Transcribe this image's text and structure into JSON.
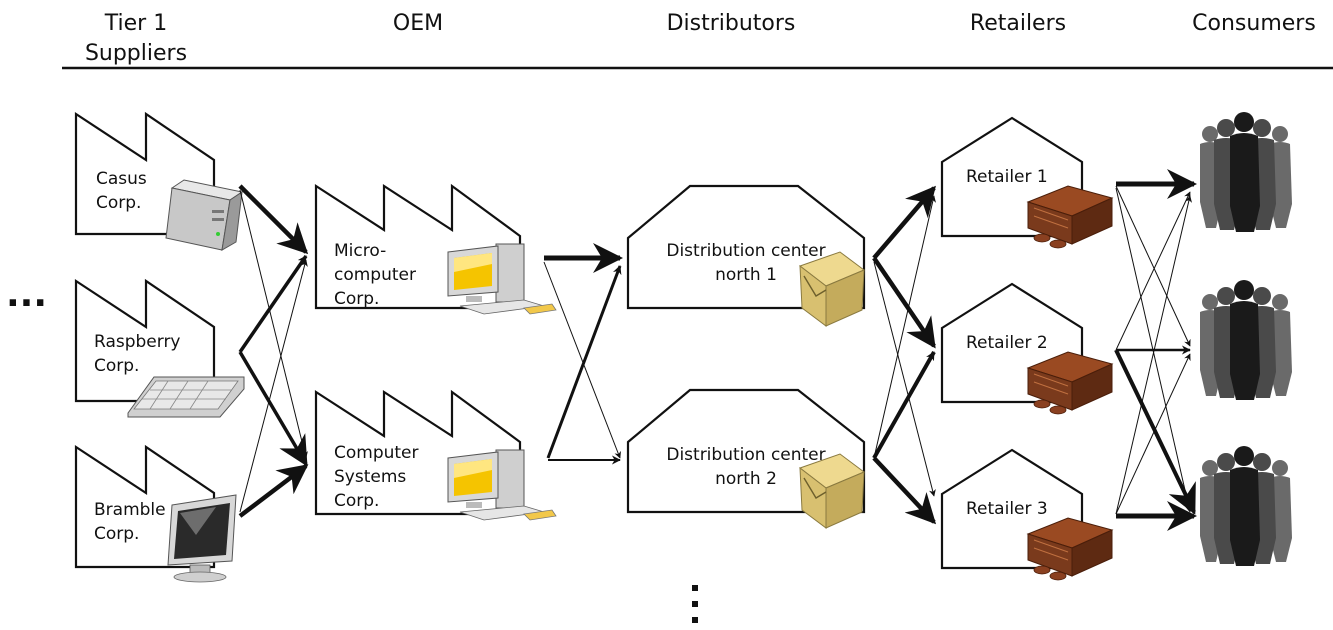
{
  "columns": {
    "tier1": {
      "line1": "Tier 1",
      "line2": "Suppliers"
    },
    "oem": "OEM",
    "distributors": "Distributors",
    "retailers": "Retailers",
    "consumers": "Consumers"
  },
  "ellipsis": {
    "horizontal": "...",
    "vertical": "⋮"
  },
  "suppliers": [
    {
      "line1": "Casus",
      "line2": "Corp.",
      "icon": "computer-tower-icon"
    },
    {
      "line1": "Raspberry",
      "line2": "Corp.",
      "icon": "keyboard-icon"
    },
    {
      "line1": "Bramble",
      "line2": "Corp.",
      "icon": "monitor-icon"
    }
  ],
  "oems": [
    {
      "line1": "Micro-",
      "line2": "computer",
      "line3": "Corp.",
      "icon": "desktop-computer-icon"
    },
    {
      "line1": "Computer",
      "line2": "Systems",
      "line3": "Corp.",
      "icon": "desktop-computer-icon"
    }
  ],
  "distributors": [
    {
      "line1": "Distribution center",
      "line2": "north 1",
      "icon": "package-box-icon"
    },
    {
      "line1": "Distribution center",
      "line2": "north 2",
      "icon": "package-box-icon"
    }
  ],
  "retailers": [
    {
      "label": "Retailer 1",
      "icon": "warehouse-icon"
    },
    {
      "label": "Retailer 2",
      "icon": "warehouse-icon"
    },
    {
      "label": "Retailer 3",
      "icon": "warehouse-icon"
    }
  ],
  "consumers": [
    {
      "icon": "people-group-icon"
    },
    {
      "icon": "people-group-icon"
    },
    {
      "icon": "people-group-icon"
    }
  ],
  "colors": {
    "ink": "#111111",
    "box_gold": "#dcc47a",
    "warehouse_brown": "#7a3a1c",
    "screen_yellow": "#f5c400",
    "silhouette": "#3a3a3a"
  }
}
